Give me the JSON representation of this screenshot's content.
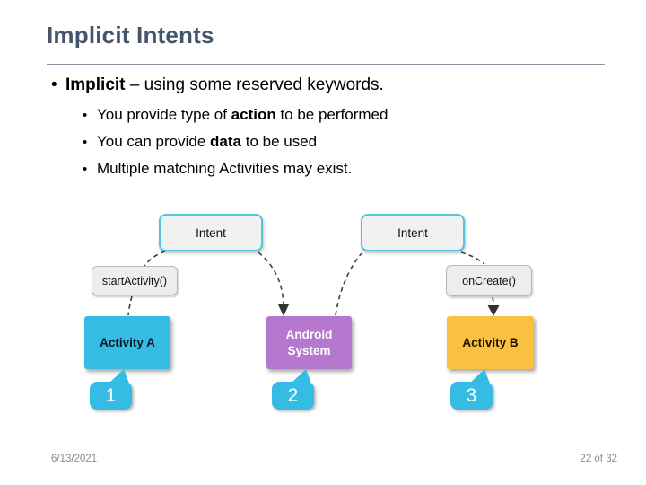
{
  "slide": {
    "title": "Implicit Intents",
    "bullets": {
      "marker": "•",
      "main": {
        "bold": "Implicit",
        "rest": " – using some reserved keywords."
      },
      "sub": [
        {
          "pre": "You provide type of ",
          "bold": "action",
          "post": " to be performed"
        },
        {
          "pre": "You can provide ",
          "bold": "data",
          "post": " to be used"
        },
        {
          "pre": "Multiple matching Activities may exist.",
          "bold": "",
          "post": ""
        }
      ]
    },
    "footer": {
      "date": "6/13/2021",
      "page": "22 of 32"
    }
  },
  "diagram": {
    "intent_left_label": "Intent",
    "intent_right_label": "Intent",
    "start_activity_label": "startActivity()",
    "on_create_label": "onCreate()",
    "activity_a_label": "Activity A",
    "android_system_line1": "Android",
    "android_system_line2": "System",
    "activity_b_label": "Activity B",
    "badges": [
      "1",
      "2",
      "3"
    ],
    "colors": {
      "cyan": "#35bce4",
      "purple": "#b678ce",
      "yellow": "#f9c13f",
      "intent_border": "#55c4dd",
      "intent_fill": "#f0f1f1",
      "method_fill": "#ededed",
      "title": "#44546a",
      "rule": "#8a96a4",
      "footer_gray": "#8c8c8c",
      "connector": "#3e3e3e"
    }
  }
}
